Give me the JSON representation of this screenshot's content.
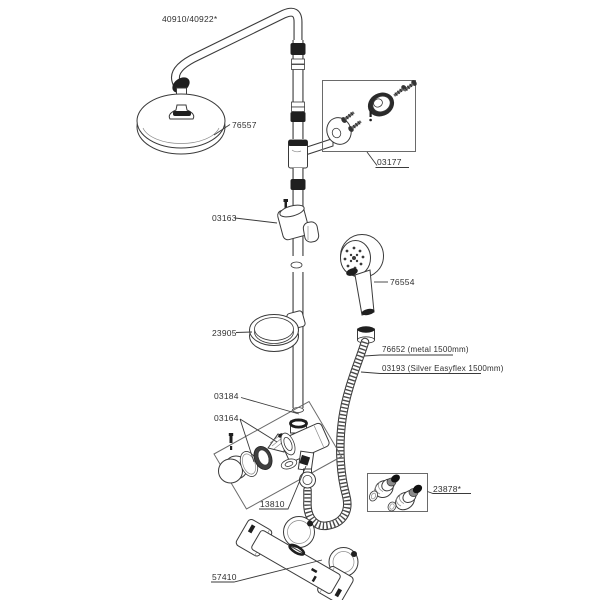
{
  "diagram": {
    "title": "Shower system exploded parts diagram",
    "labels": {
      "assembly": "40910/40922*",
      "overhead_shower": "76557",
      "wall_bracket": "03177",
      "rail_slider": "03163",
      "hand_shower": "76554",
      "soap_dish": "23905",
      "hose_metal": "76652 (metal 1500mm)",
      "hose_silver": "03193 (Silver Easyflex 1500mm)",
      "diverter_assembly": "03184",
      "diverter_parts": "03164",
      "hose_nut": "13810",
      "eccentric_connectors": "23878*",
      "mixer_valve": "57410"
    },
    "colors": {
      "line": "#3a3a3a",
      "dark_fitting": "#1f1f1f",
      "box_border": "#6a6a6a",
      "text": "#2f2f2f",
      "background": "#ffffff"
    }
  }
}
